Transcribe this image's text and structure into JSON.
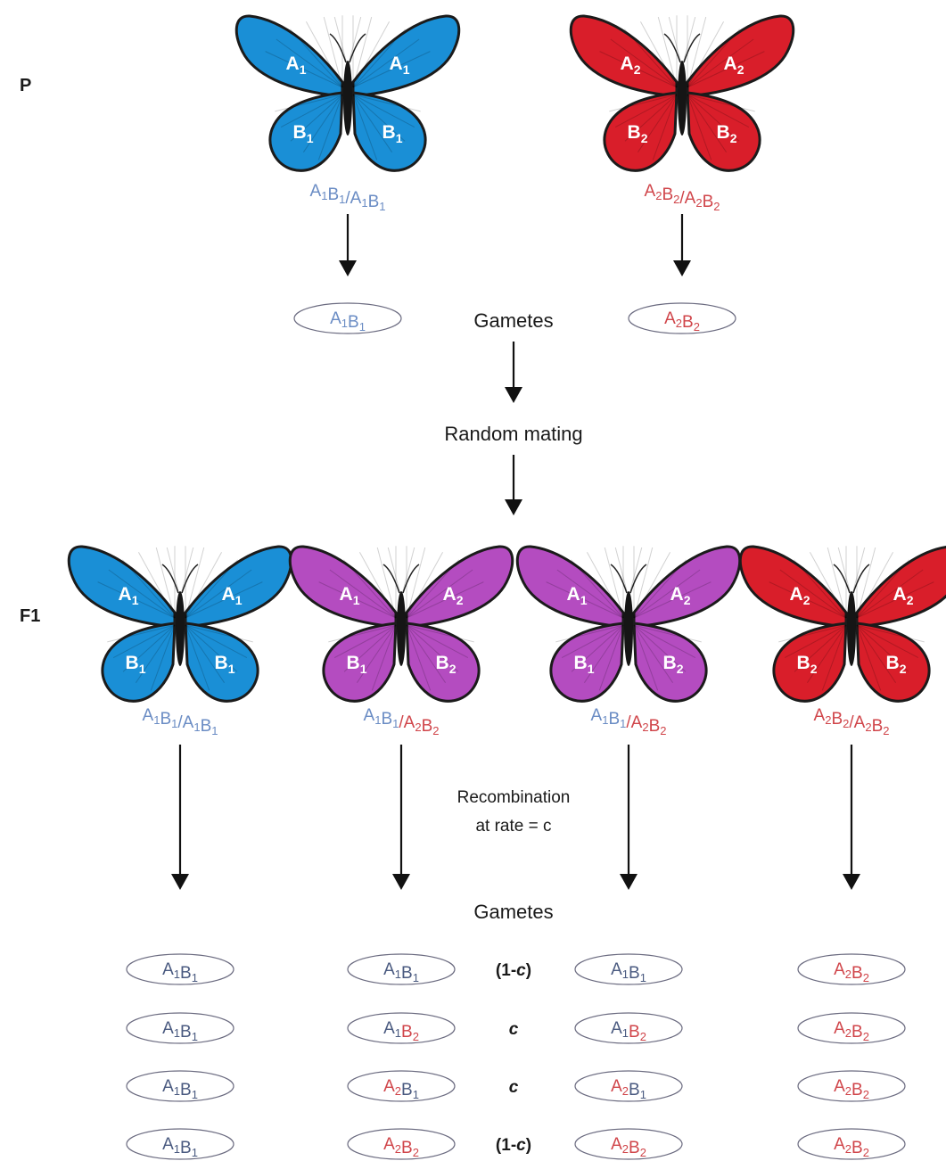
{
  "colors": {
    "blue_wing": "#1a8fd6",
    "red_wing": "#d91e2a",
    "purple_wing": "#b44cc0",
    "blue_text": "#6a8cc4",
    "red_text": "#d0454a",
    "arrow": "#111111"
  },
  "labels": {
    "p": "P",
    "f1": "F1",
    "gametes": "Gametes",
    "random_mating": "Random mating",
    "recombination_1": "Recombination",
    "recombination_2": "at rate = c",
    "gametes_f1": "Gametes"
  },
  "parents": [
    {
      "color": "blue",
      "wings": [
        {
          "a": "A",
          "as": "1",
          "b": "B",
          "bs": "1"
        },
        {
          "a": "A",
          "as": "1",
          "b": "B",
          "bs": "1"
        }
      ],
      "genotype": [
        {
          "t": "A",
          "s": "1",
          "c": "blue"
        },
        {
          "t": "B",
          "s": "1",
          "c": "blue"
        },
        {
          "t": "/",
          "s": "",
          "c": "blue"
        },
        {
          "t": "A",
          "s": "1",
          "c": "blue"
        },
        {
          "t": "B",
          "s": "1",
          "c": "blue"
        }
      ],
      "gamete": [
        {
          "t": "A",
          "s": "1",
          "c": "blue"
        },
        {
          "t": "B",
          "s": "1",
          "c": "blue"
        }
      ]
    },
    {
      "color": "red",
      "wings": [
        {
          "a": "A",
          "as": "2",
          "b": "B",
          "bs": "2"
        },
        {
          "a": "A",
          "as": "2",
          "b": "B",
          "bs": "2"
        }
      ],
      "genotype": [
        {
          "t": "A",
          "s": "2",
          "c": "red"
        },
        {
          "t": "B",
          "s": "2",
          "c": "red"
        },
        {
          "t": "/",
          "s": "",
          "c": "red"
        },
        {
          "t": "A",
          "s": "2",
          "c": "red"
        },
        {
          "t": "B",
          "s": "2",
          "c": "red"
        }
      ],
      "gamete": [
        {
          "t": "A",
          "s": "2",
          "c": "red"
        },
        {
          "t": "B",
          "s": "2",
          "c": "red"
        }
      ]
    }
  ],
  "f1": [
    {
      "color": "blue",
      "wings": [
        {
          "a": "A",
          "as": "1",
          "b": "B",
          "bs": "1"
        },
        {
          "a": "A",
          "as": "1",
          "b": "B",
          "bs": "1"
        }
      ],
      "genotype": [
        {
          "t": "A",
          "s": "1",
          "c": "blue"
        },
        {
          "t": "B",
          "s": "1",
          "c": "blue"
        },
        {
          "t": "/",
          "s": "",
          "c": "blue"
        },
        {
          "t": "A",
          "s": "1",
          "c": "blue"
        },
        {
          "t": "B",
          "s": "1",
          "c": "blue"
        }
      ],
      "gametes": [
        [
          {
            "t": "A",
            "s": "1",
            "c": "dark"
          },
          {
            "t": "B",
            "s": "1",
            "c": "dark"
          }
        ],
        [
          {
            "t": "A",
            "s": "1",
            "c": "dark"
          },
          {
            "t": "B",
            "s": "1",
            "c": "dark"
          }
        ],
        [
          {
            "t": "A",
            "s": "1",
            "c": "dark"
          },
          {
            "t": "B",
            "s": "1",
            "c": "dark"
          }
        ],
        [
          {
            "t": "A",
            "s": "1",
            "c": "dark"
          },
          {
            "t": "B",
            "s": "1",
            "c": "dark"
          }
        ]
      ]
    },
    {
      "color": "purple",
      "wings": [
        {
          "a": "A",
          "as": "1",
          "b": "B",
          "bs": "1"
        },
        {
          "a": "A",
          "as": "2",
          "b": "B",
          "bs": "2"
        }
      ],
      "genotype": [
        {
          "t": "A",
          "s": "1",
          "c": "blue"
        },
        {
          "t": "B",
          "s": "1",
          "c": "blue"
        },
        {
          "t": "/",
          "s": "",
          "c": "red"
        },
        {
          "t": "A",
          "s": "2",
          "c": "red"
        },
        {
          "t": "B",
          "s": "2",
          "c": "red"
        }
      ],
      "gametes": [
        [
          {
            "t": "A",
            "s": "1",
            "c": "dark"
          },
          {
            "t": "B",
            "s": "1",
            "c": "dark"
          }
        ],
        [
          {
            "t": "A",
            "s": "1",
            "c": "dark"
          },
          {
            "t": "B",
            "s": "2",
            "c": "red"
          }
        ],
        [
          {
            "t": "A",
            "s": "2",
            "c": "red"
          },
          {
            "t": "B",
            "s": "1",
            "c": "dark"
          }
        ],
        [
          {
            "t": "A",
            "s": "2",
            "c": "red"
          },
          {
            "t": "B",
            "s": "2",
            "c": "red"
          }
        ]
      ]
    },
    {
      "color": "purple",
      "wings": [
        {
          "a": "A",
          "as": "1",
          "b": "B",
          "bs": "1"
        },
        {
          "a": "A",
          "as": "2",
          "b": "B",
          "bs": "2"
        }
      ],
      "genotype": [
        {
          "t": "A",
          "s": "1",
          "c": "blue"
        },
        {
          "t": "B",
          "s": "1",
          "c": "blue"
        },
        {
          "t": "/",
          "s": "",
          "c": "red"
        },
        {
          "t": "A",
          "s": "2",
          "c": "red"
        },
        {
          "t": "B",
          "s": "2",
          "c": "red"
        }
      ],
      "gametes": [
        [
          {
            "t": "A",
            "s": "1",
            "c": "dark"
          },
          {
            "t": "B",
            "s": "1",
            "c": "dark"
          }
        ],
        [
          {
            "t": "A",
            "s": "1",
            "c": "dark"
          },
          {
            "t": "B",
            "s": "2",
            "c": "red"
          }
        ],
        [
          {
            "t": "A",
            "s": "2",
            "c": "red"
          },
          {
            "t": "B",
            "s": "1",
            "c": "dark"
          }
        ],
        [
          {
            "t": "A",
            "s": "2",
            "c": "red"
          },
          {
            "t": "B",
            "s": "2",
            "c": "red"
          }
        ]
      ]
    },
    {
      "color": "red",
      "wings": [
        {
          "a": "A",
          "as": "2",
          "b": "B",
          "bs": "2"
        },
        {
          "a": "A",
          "as": "2",
          "b": "B",
          "bs": "2"
        }
      ],
      "genotype": [
        {
          "t": "A",
          "s": "2",
          "c": "red"
        },
        {
          "t": "B",
          "s": "2",
          "c": "red"
        },
        {
          "t": "/",
          "s": "",
          "c": "red"
        },
        {
          "t": "A",
          "s": "2",
          "c": "red"
        },
        {
          "t": "B",
          "s": "2",
          "c": "red"
        }
      ],
      "gametes": [
        [
          {
            "t": "A",
            "s": "2",
            "c": "red"
          },
          {
            "t": "B",
            "s": "2",
            "c": "red"
          }
        ],
        [
          {
            "t": "A",
            "s": "2",
            "c": "red"
          },
          {
            "t": "B",
            "s": "2",
            "c": "red"
          }
        ],
        [
          {
            "t": "A",
            "s": "2",
            "c": "red"
          },
          {
            "t": "B",
            "s": "2",
            "c": "red"
          }
        ],
        [
          {
            "t": "A",
            "s": "2",
            "c": "red"
          },
          {
            "t": "B",
            "s": "2",
            "c": "red"
          }
        ]
      ]
    }
  ],
  "rates": [
    [
      {
        "t": "(1-",
        "i": false
      },
      {
        "t": "c",
        "i": true
      },
      {
        "t": ")",
        "i": false
      }
    ],
    [
      {
        "t": "c",
        "i": true
      }
    ],
    [
      {
        "t": "c",
        "i": true
      }
    ],
    [
      {
        "t": "(1-",
        "i": false
      },
      {
        "t": "c",
        "i": true
      },
      {
        "t": ")",
        "i": false
      }
    ]
  ]
}
